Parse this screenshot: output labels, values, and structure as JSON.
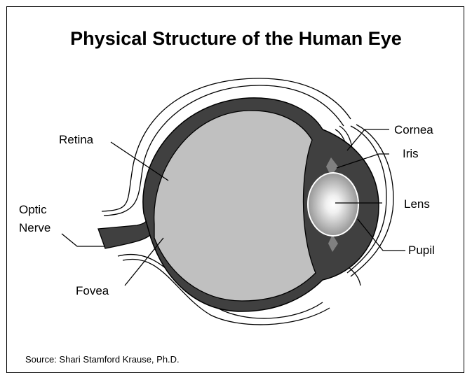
{
  "title": "Physical Structure of the Human Eye",
  "labels": {
    "retina": "Retina",
    "optic_nerve_line1": "Optic",
    "optic_nerve_line2": "Nerve",
    "fovea": "Fovea",
    "cornea": "Cornea",
    "iris": "Iris",
    "lens": "Lens",
    "pupil": "Pupil"
  },
  "source": "Source: Shari Stamford Krause, Ph.D.",
  "colors": {
    "vitreous": "#c0c0c0",
    "wall": "#404040",
    "outline": "#000000",
    "lens_inner": "#ffffff",
    "lens_outer": "#8a8a8a"
  }
}
